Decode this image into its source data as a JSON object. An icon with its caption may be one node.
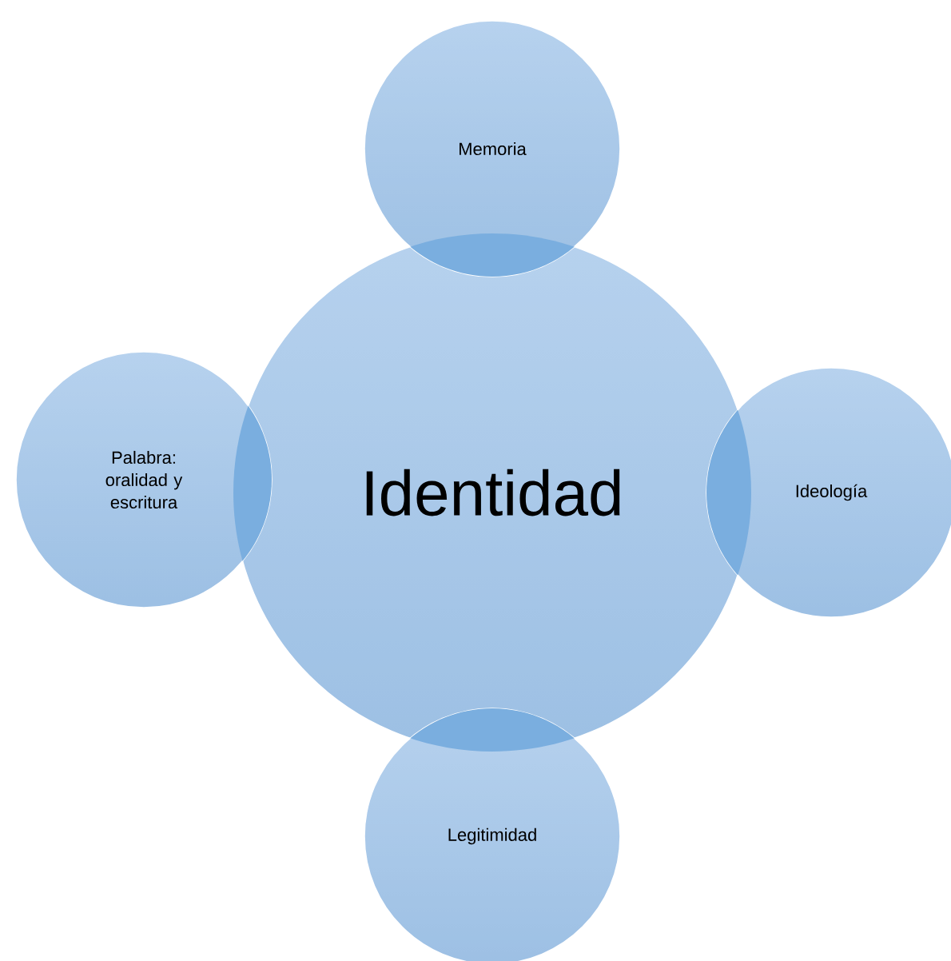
{
  "diagram": {
    "nodes": [
      {
        "text": [
          "Identidad"
        ]
      },
      {
        "text": [
          "Memoria"
        ]
      },
      {
        "text": [
          "Ideología"
        ]
      },
      {
        "text": [
          "Legitimidad"
        ]
      },
      {
        "text": [
          "Palabra: oralidad y escritura"
        ]
      }
    ]
  }
}
